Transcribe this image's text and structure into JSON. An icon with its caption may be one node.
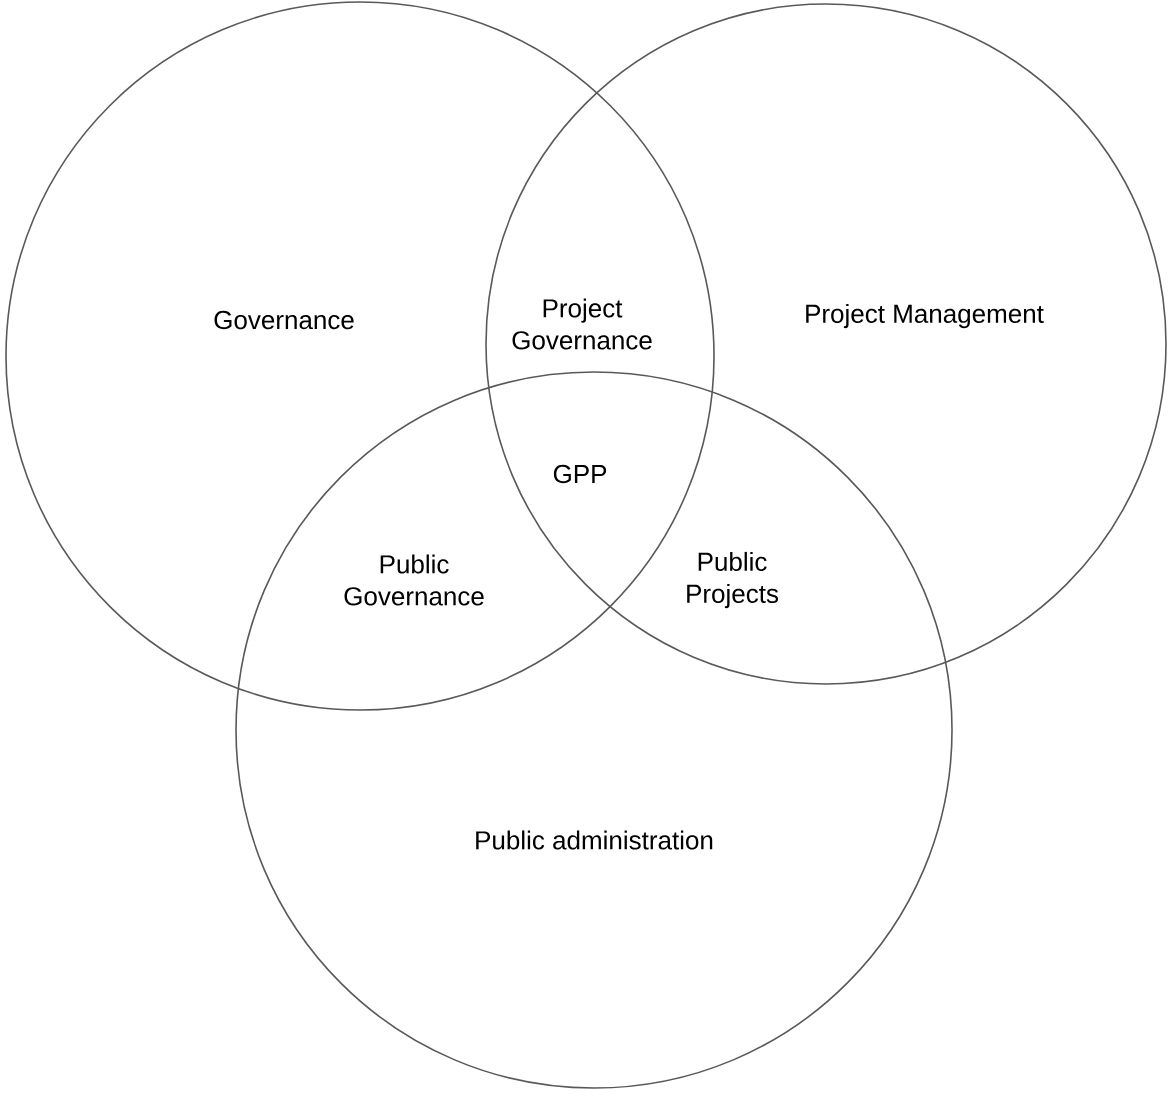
{
  "diagram": {
    "nodes": [
      {
        "text": [
          "Governance"
        ]
      },
      {
        "text": [
          "Project Management"
        ]
      },
      {
        "text": [
          "Public administration"
        ]
      }
    ],
    "labels": [
      "Project Governance",
      "GPP",
      "Public Governance",
      "Public Projects"
    ]
  }
}
